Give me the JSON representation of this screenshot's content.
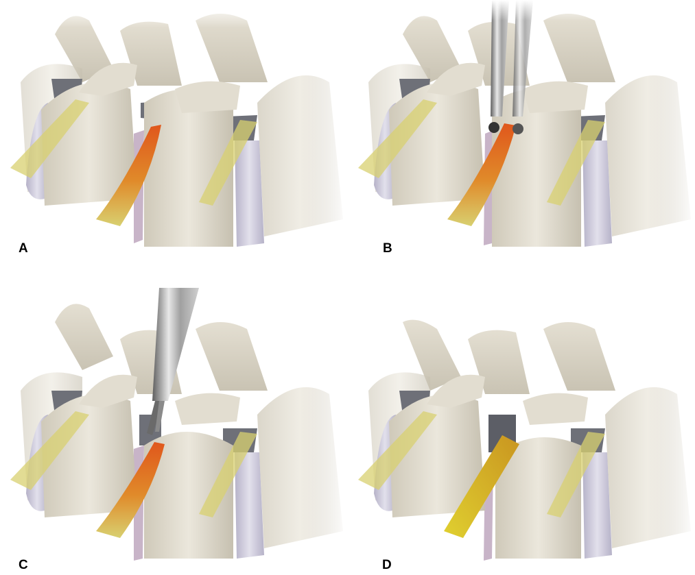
{
  "figure": {
    "description": "Four-panel anatomical illustration of lumbar vertebrae showing stages of foraminal nerve root decompression",
    "panels": [
      {
        "id": "A",
        "label": "A",
        "stage": "compressed nerve root in foramen",
        "nerve_color": "#e0571c",
        "instrument": "none"
      },
      {
        "id": "B",
        "label": "B",
        "stage": "burr drilling of foramen",
        "nerve_color": "#e0571c",
        "instrument": "burr"
      },
      {
        "id": "C",
        "label": "C",
        "stage": "kerrison/forceps removal of bone",
        "nerve_color": "#e0571c",
        "instrument": "forceps"
      },
      {
        "id": "D",
        "label": "D",
        "stage": "decompressed nerve root",
        "nerve_color": "#d9b21a",
        "instrument": "none"
      }
    ]
  },
  "colors": {
    "bone": "#d9d4c6",
    "bone_shadow": "#b9b3a3",
    "disc": "#c9c6d8",
    "foramen": "#6e7078",
    "nerve_yellow": "#d8d070",
    "nerve_inflamed": "#e0571c",
    "instrument": "#9a9a9a",
    "label": "#000000"
  }
}
